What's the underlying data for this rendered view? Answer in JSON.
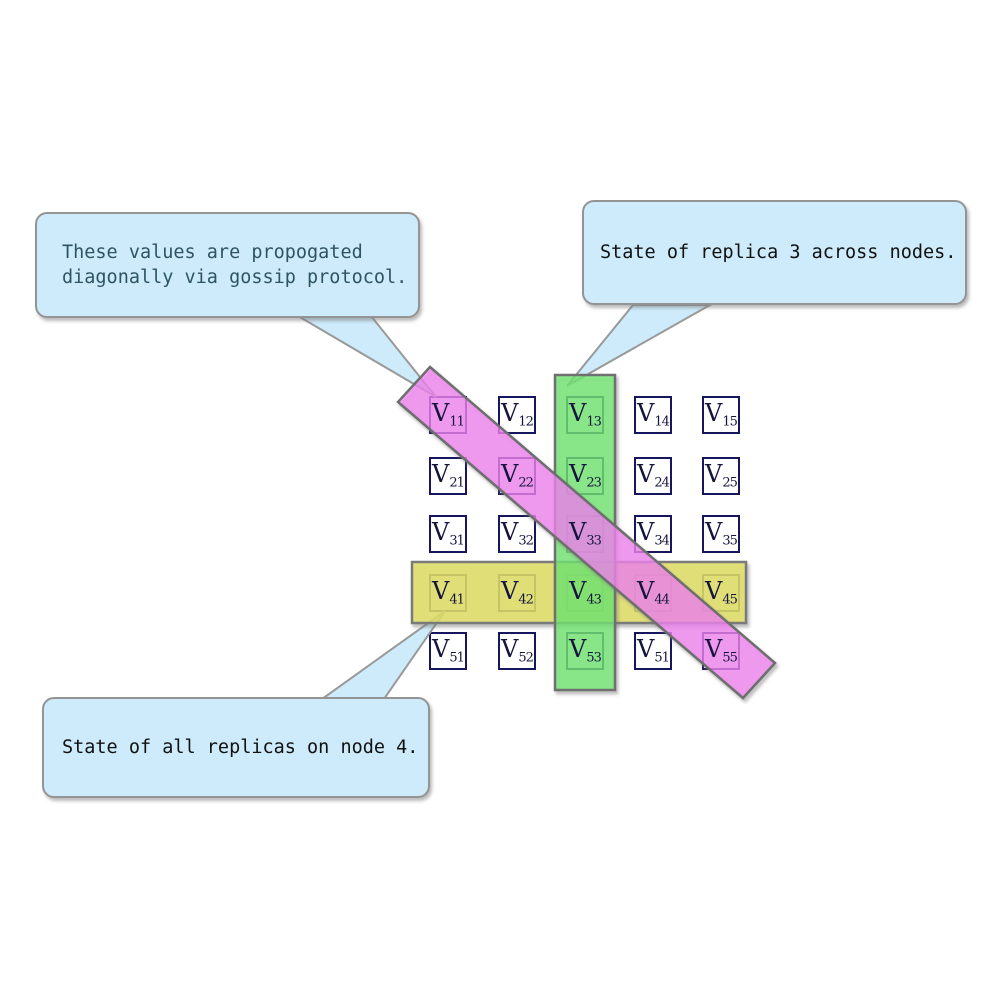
{
  "callouts": {
    "gossip": {
      "lines": [
        "These values are propogated",
        "diagonally via gossip protocol."
      ]
    },
    "replica3": {
      "text": "State of replica 3 across nodes."
    },
    "node4": {
      "text": "State of all replicas on node 4."
    }
  },
  "matrix": {
    "letter": "V",
    "subscripts": [
      [
        "11",
        "12",
        "13",
        "14",
        "15"
      ],
      [
        "21",
        "22",
        "23",
        "24",
        "25"
      ],
      [
        "31",
        "32",
        "33",
        "34",
        "35"
      ],
      [
        "41",
        "42",
        "43",
        "44",
        "45"
      ],
      [
        "51",
        "52",
        "53",
        "51",
        "55"
      ]
    ]
  },
  "highlights": {
    "diagonal_band_color": "#F682F6",
    "column_band_color": "#6EEB6E",
    "row_band_color": "#E4E264",
    "callout_fill_color": "#CDEBFA",
    "cell_border_color": "#16165e"
  }
}
